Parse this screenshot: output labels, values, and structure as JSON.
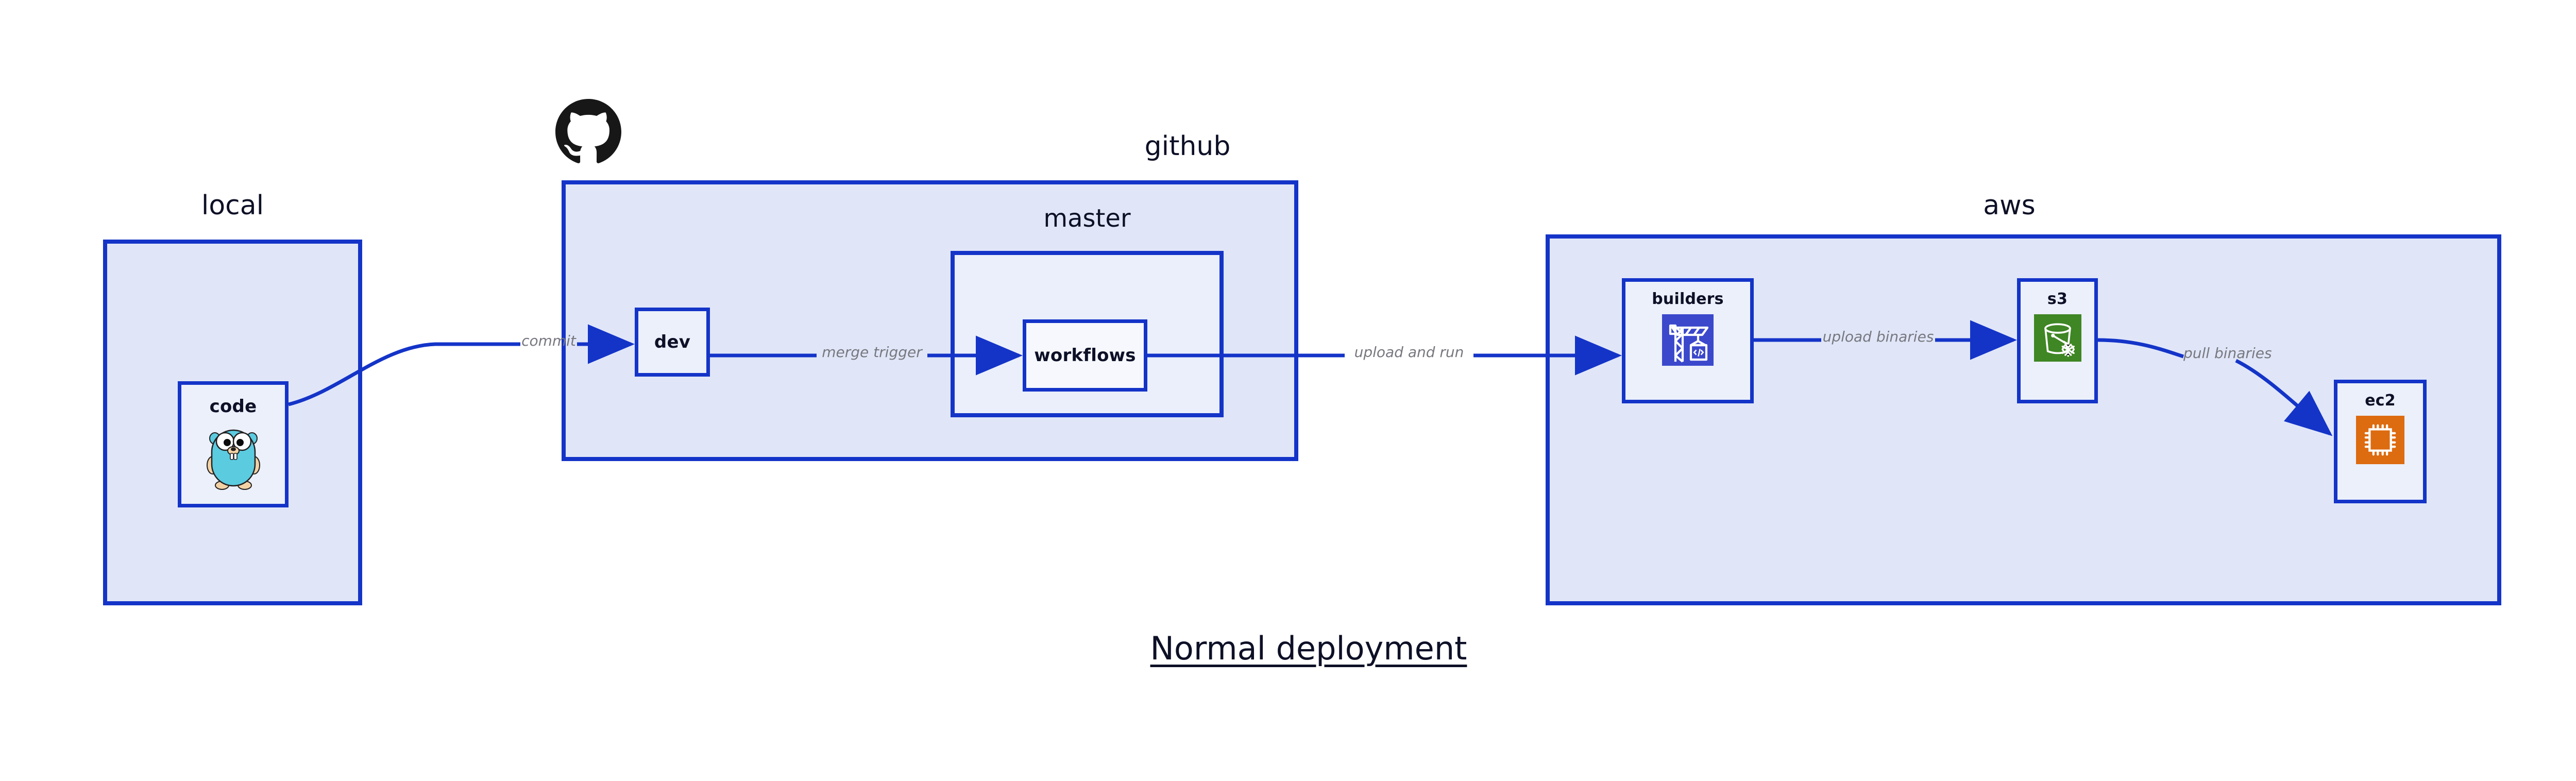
{
  "diagram": {
    "title": "Normal deployment",
    "background": "#ffffff",
    "accent_border": "#1434c8",
    "zone_fill": "#e0e6f8",
    "nested_fill": "#eaeffb",
    "node_fill": "#ebf0fb",
    "label_color": "#0d1026",
    "edge_label_color": "#77787f"
  },
  "zones": [
    {
      "id": "local",
      "caption": "local"
    },
    {
      "id": "github",
      "caption": "github"
    },
    {
      "id": "master",
      "caption": "master"
    },
    {
      "id": "aws",
      "caption": "aws"
    }
  ],
  "nodes": [
    {
      "id": "code",
      "label": "code",
      "icon": "go-gopher-icon"
    },
    {
      "id": "dev",
      "label": "dev",
      "icon": null
    },
    {
      "id": "workflows",
      "label": "workflows",
      "icon": null
    },
    {
      "id": "builders",
      "label": "builders",
      "icon": "aws-codebuild-icon",
      "icon_color": "#3b48cc"
    },
    {
      "id": "s3",
      "label": "s3",
      "icon": "aws-s3-glacier-icon",
      "icon_color": "#3f8624"
    },
    {
      "id": "ec2",
      "label": "ec2",
      "icon": "aws-ec2-icon",
      "icon_color": "#dd6b10"
    }
  ],
  "edges": [
    {
      "id": "commit",
      "label": "commit",
      "from": "code",
      "to": "dev"
    },
    {
      "id": "merge-trigger",
      "label": "merge trigger",
      "from": "dev",
      "to": "workflows"
    },
    {
      "id": "upload-and-run",
      "label": "upload and run",
      "from": "workflows",
      "to": "builders"
    },
    {
      "id": "upload-binaries",
      "label": "upload binaries",
      "from": "builders",
      "to": "s3"
    },
    {
      "id": "pull-binaries",
      "label": "pull binaries",
      "from": "s3",
      "to": "ec2"
    }
  ],
  "logos": [
    {
      "id": "github-octocat",
      "name": "github-octocat-icon",
      "color": "#181717"
    }
  ]
}
